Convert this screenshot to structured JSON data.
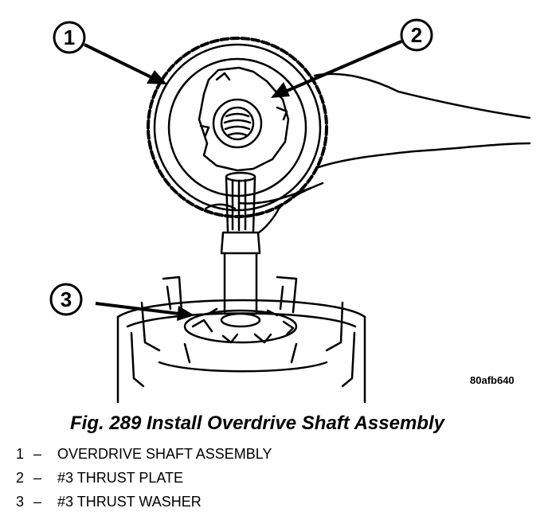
{
  "figure_code": "80afb640",
  "caption": "Fig. 289 Install Overdrive Shaft Assembly",
  "callouts": [
    "1",
    "2",
    "3"
  ],
  "legend": [
    {
      "num": "1",
      "dash": "–",
      "text": "OVERDRIVE SHAFT ASSEMBLY"
    },
    {
      "num": "2",
      "dash": "–",
      "text": "#3 THRUST PLATE"
    },
    {
      "num": "3",
      "dash": "–",
      "text": "#3 THRUST WASHER"
    }
  ]
}
